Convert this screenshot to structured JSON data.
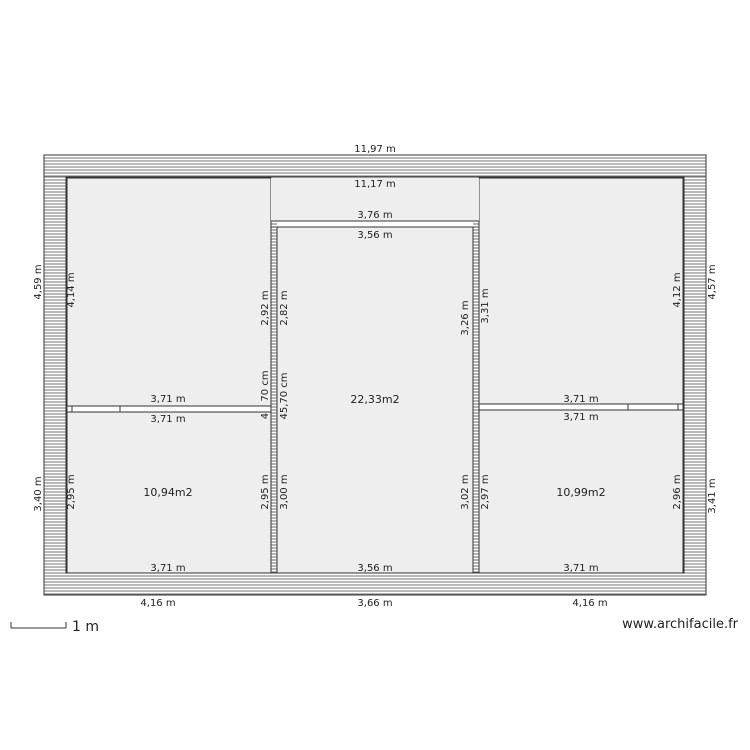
{
  "plan": {
    "outer_top_width": "11,97 m",
    "inner_top_width": "11,17 m",
    "center_outer_top": "3,76 m",
    "center_inner_top": "3,56 m",
    "left_outer_height": "4,59 m",
    "left_inner_top_height": "4,14 m",
    "right_outer_top_height": "4,57 m",
    "right_inner_top_height": "4,12 m",
    "center_left_outer_upper": "2,92 m",
    "center_left_inner_upper": "2,82 m",
    "center_right_inner_upper": "3,26 m",
    "center_right_outer_upper": "3,31 m",
    "left_wall_small_a": "4",
    "left_wall_small_b": "70 cm",
    "left_wall_small_c": "45,70 cm",
    "left_mid_wall_top": "3,71 m",
    "left_mid_wall_bottom": "3,71 m",
    "right_mid_wall_top": "3,71 m",
    "right_mid_wall_bottom": "3,71 m",
    "center_area": "22,33m2",
    "left_bottom_area": "10,94m2",
    "right_bottom_area": "10,99m2",
    "left_outer_bottom_height": "3,40 m",
    "left_inner_bottom_height": "2,95 m",
    "left_room_right_height": "2,95 m",
    "center_left_lower": "3,00 m",
    "center_right_lower_a": "3,02 m",
    "center_right_lower_b": "2,97 m",
    "right_inner_bottom_height": "2,96 m",
    "right_outer_bottom_height": "3,41 m",
    "left_bottom_width": "3,71 m",
    "center_bottom_width": "3,56 m",
    "right_bottom_width": "3,71 m",
    "outer_bottom_left": "4,16 m",
    "outer_bottom_center": "3,66 m",
    "outer_bottom_right": "4,16 m"
  },
  "scale": {
    "label": "1 m"
  },
  "credit": "www.archifacile.fr"
}
